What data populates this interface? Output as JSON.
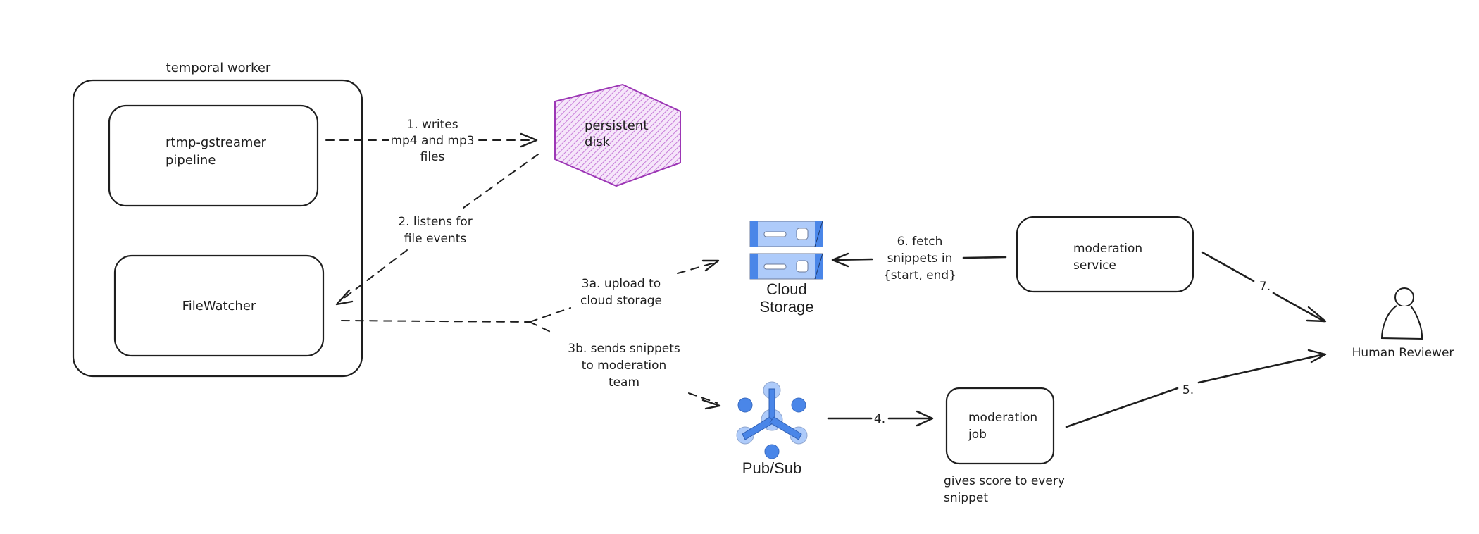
{
  "diagram": {
    "colors": {
      "stroke": "#1e1e1e",
      "disk_stroke": "#9c36b5",
      "disk_fill": "#e9c6f2",
      "gcp_blue_dark": "#4a86e8",
      "gcp_blue_light": "#aecbfa"
    },
    "containers": {
      "temporal_worker": {
        "label": "temporal worker"
      }
    },
    "nodes": {
      "rtmp_pipeline": {
        "line1": "rtmp-gstreamer",
        "line2": "pipeline"
      },
      "filewatcher": {
        "label": "FileWatcher"
      },
      "persistent_disk": {
        "line1": "persistent",
        "line2": "disk"
      },
      "cloud_storage": {
        "line1": "Cloud",
        "line2": "Storage",
        "icon": "cloud-storage-icon"
      },
      "pubsub": {
        "label": "Pub/Sub",
        "icon": "pubsub-icon"
      },
      "moderation_service": {
        "line1": "moderation",
        "line2": "service"
      },
      "moderation_job": {
        "line1": "moderation",
        "line2": "job"
      },
      "moderation_job_note": {
        "line1": "gives score to every",
        "line2": "snippet"
      },
      "human_reviewer": {
        "label": "Human Reviewer",
        "icon": "person-icon"
      }
    },
    "edges": {
      "e1": {
        "line1": "1. writes",
        "line2": "mp4 and mp3",
        "line3": "files"
      },
      "e2": {
        "line1": "2. listens for",
        "line2": "file events"
      },
      "e3a": {
        "line1": "3a. upload to",
        "line2": "cloud storage"
      },
      "e3b": {
        "line1": "3b. sends snippets",
        "line2": "to moderation",
        "line3": "team"
      },
      "e4": {
        "label": "4."
      },
      "e5": {
        "label": "5."
      },
      "e6": {
        "line1": "6. fetch",
        "line2": "snippets in",
        "line3": "{start, end}"
      },
      "e7": {
        "label": "7."
      }
    }
  }
}
